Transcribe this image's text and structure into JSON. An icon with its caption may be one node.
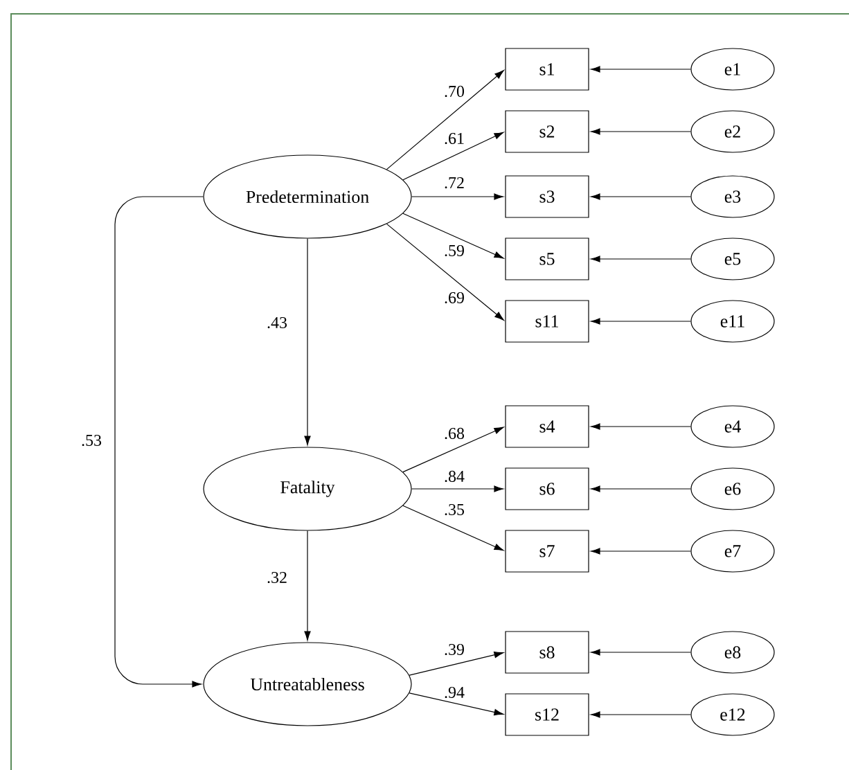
{
  "diagram": {
    "nodes": [
      {
        "text": [
          "Predetermination"
        ]
      },
      {
        "text": [
          "s1"
        ]
      },
      {
        "text": [
          "e1"
        ]
      },
      {
        "text": [
          "s2"
        ]
      },
      {
        "text": [
          "e2"
        ]
      },
      {
        "text": [
          "s3"
        ]
      },
      {
        "text": [
          "e3"
        ]
      },
      {
        "text": [
          "s5"
        ]
      },
      {
        "text": [
          "e5"
        ]
      },
      {
        "text": [
          "s11"
        ]
      },
      {
        "text": [
          "e11"
        ]
      },
      {
        "text": [
          "Fatality"
        ]
      },
      {
        "text": [
          "s4"
        ]
      },
      {
        "text": [
          "e4"
        ]
      },
      {
        "text": [
          "s6"
        ]
      },
      {
        "text": [
          "e6"
        ]
      },
      {
        "text": [
          "s7"
        ]
      },
      {
        "text": [
          "e7"
        ]
      },
      {
        "text": [
          "Untreatableness"
        ]
      },
      {
        "text": [
          "s8"
        ]
      },
      {
        "text": [
          "e8"
        ]
      },
      {
        "text": [
          "s12"
        ]
      },
      {
        "text": [
          "e12"
        ]
      }
    ],
    "edges": [
      {
        "from": 0,
        "to": 1,
        "arrow": "to",
        "label": ".70"
      },
      {
        "from": 0,
        "to": 3,
        "arrow": "to",
        "label": ".61"
      },
      {
        "from": 0,
        "to": 5,
        "arrow": "to",
        "label": ".72"
      },
      {
        "from": 0,
        "to": 7,
        "arrow": "to",
        "label": ".59"
      },
      {
        "from": 0,
        "to": 9,
        "arrow": "to",
        "label": ".69"
      },
      {
        "from": 2,
        "to": 1,
        "arrow": "to"
      },
      {
        "from": 4,
        "to": 3,
        "arrow": "to"
      },
      {
        "from": 6,
        "to": 5,
        "arrow": "to"
      },
      {
        "from": 8,
        "to": 7,
        "arrow": "to"
      },
      {
        "from": 10,
        "to": 9,
        "arrow": "to"
      },
      {
        "from": 0,
        "to": 11,
        "arrow": "to",
        "label": ".43"
      },
      {
        "from": 0,
        "to": 18,
        "arrow": "to",
        "label": ".53"
      },
      {
        "from": 11,
        "to": 12,
        "arrow": "to",
        "label": ".68"
      },
      {
        "from": 11,
        "to": 14,
        "arrow": "to",
        "label": ".84"
      },
      {
        "from": 11,
        "to": 16,
        "arrow": "to",
        "label": ".35"
      },
      {
        "from": 13,
        "to": 12,
        "arrow": "to"
      },
      {
        "from": 15,
        "to": 14,
        "arrow": "to"
      },
      {
        "from": 17,
        "to": 16,
        "arrow": "to"
      },
      {
        "from": 11,
        "to": 18,
        "arrow": "to",
        "label": ".32"
      },
      {
        "from": 18,
        "to": 19,
        "arrow": "to",
        "label": ".39"
      },
      {
        "from": 18,
        "to": 21,
        "arrow": "to",
        "label": ".94"
      },
      {
        "from": 20,
        "to": 19,
        "arrow": "to"
      },
      {
        "from": 22,
        "to": 21,
        "arrow": "to"
      }
    ]
  }
}
